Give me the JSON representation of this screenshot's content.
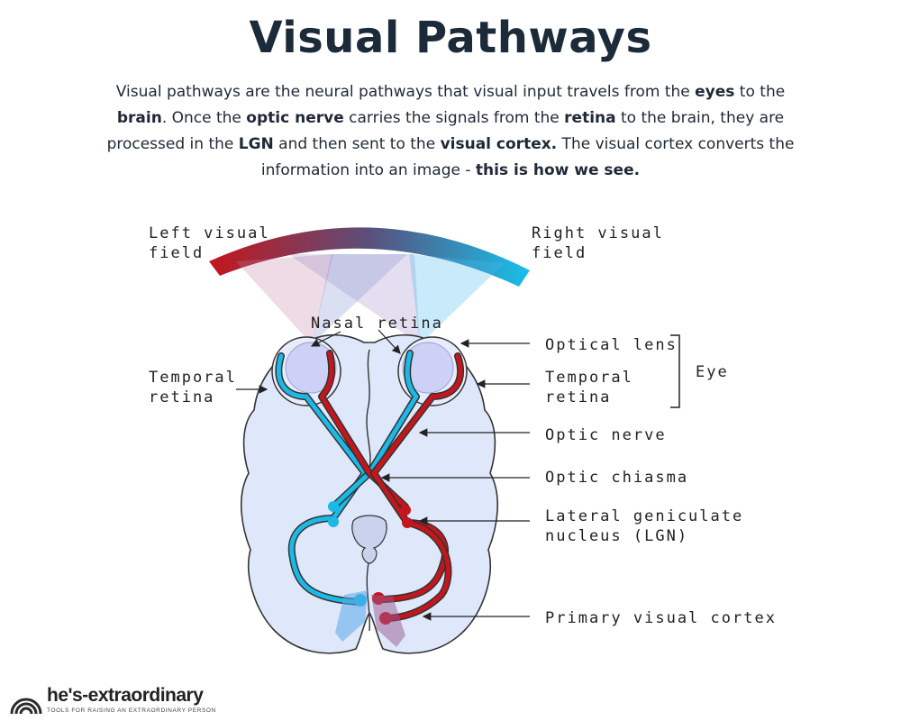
{
  "header": {
    "title": "Visual Pathways"
  },
  "intro": {
    "t1": "Visual pathways are the neural pathways that visual input travels from the ",
    "b1": "eyes",
    "t2": " to the ",
    "b2": "brain",
    "t3": ". Once the ",
    "b3": "optic nerve",
    "t4": " carries the signals from the ",
    "b4": "retina",
    "t5": " to the brain, they are processed in the ",
    "b5": "LGN",
    "t6": " and then sent to the ",
    "b6": "visual cortex.",
    "t7": " The visual cortex converts the information into an image - ",
    "b7": "this is how we see."
  },
  "labels": {
    "left_field_1": "Left visual",
    "left_field_2": "field",
    "right_field_1": "Right visual",
    "right_field_2": "field",
    "nasal_retina": "Nasal retina",
    "temporal_left_1": "Temporal",
    "temporal_left_2": "retina",
    "optical_lens": "Optical lens",
    "temporal_right_1": "Temporal",
    "temporal_right_2": "retina",
    "eye": "Eye",
    "optic_nerve": "Optic nerve",
    "optic_chiasma": "Optic chiasma",
    "lgn_1": "Lateral geniculate",
    "lgn_2": "nucleus (LGN)",
    "visual_cortex": "Primary visual cortex"
  },
  "colors": {
    "left_pathway": "#c4161c",
    "right_pathway": "#1cb8e6",
    "brain_fill": "#dfe8fa",
    "title": "#1b2b39"
  },
  "logo": {
    "name": "he's-extraordinary",
    "tagline": "TOOLS FOR RAISING AN EXTRAORDINARY PERSON"
  }
}
